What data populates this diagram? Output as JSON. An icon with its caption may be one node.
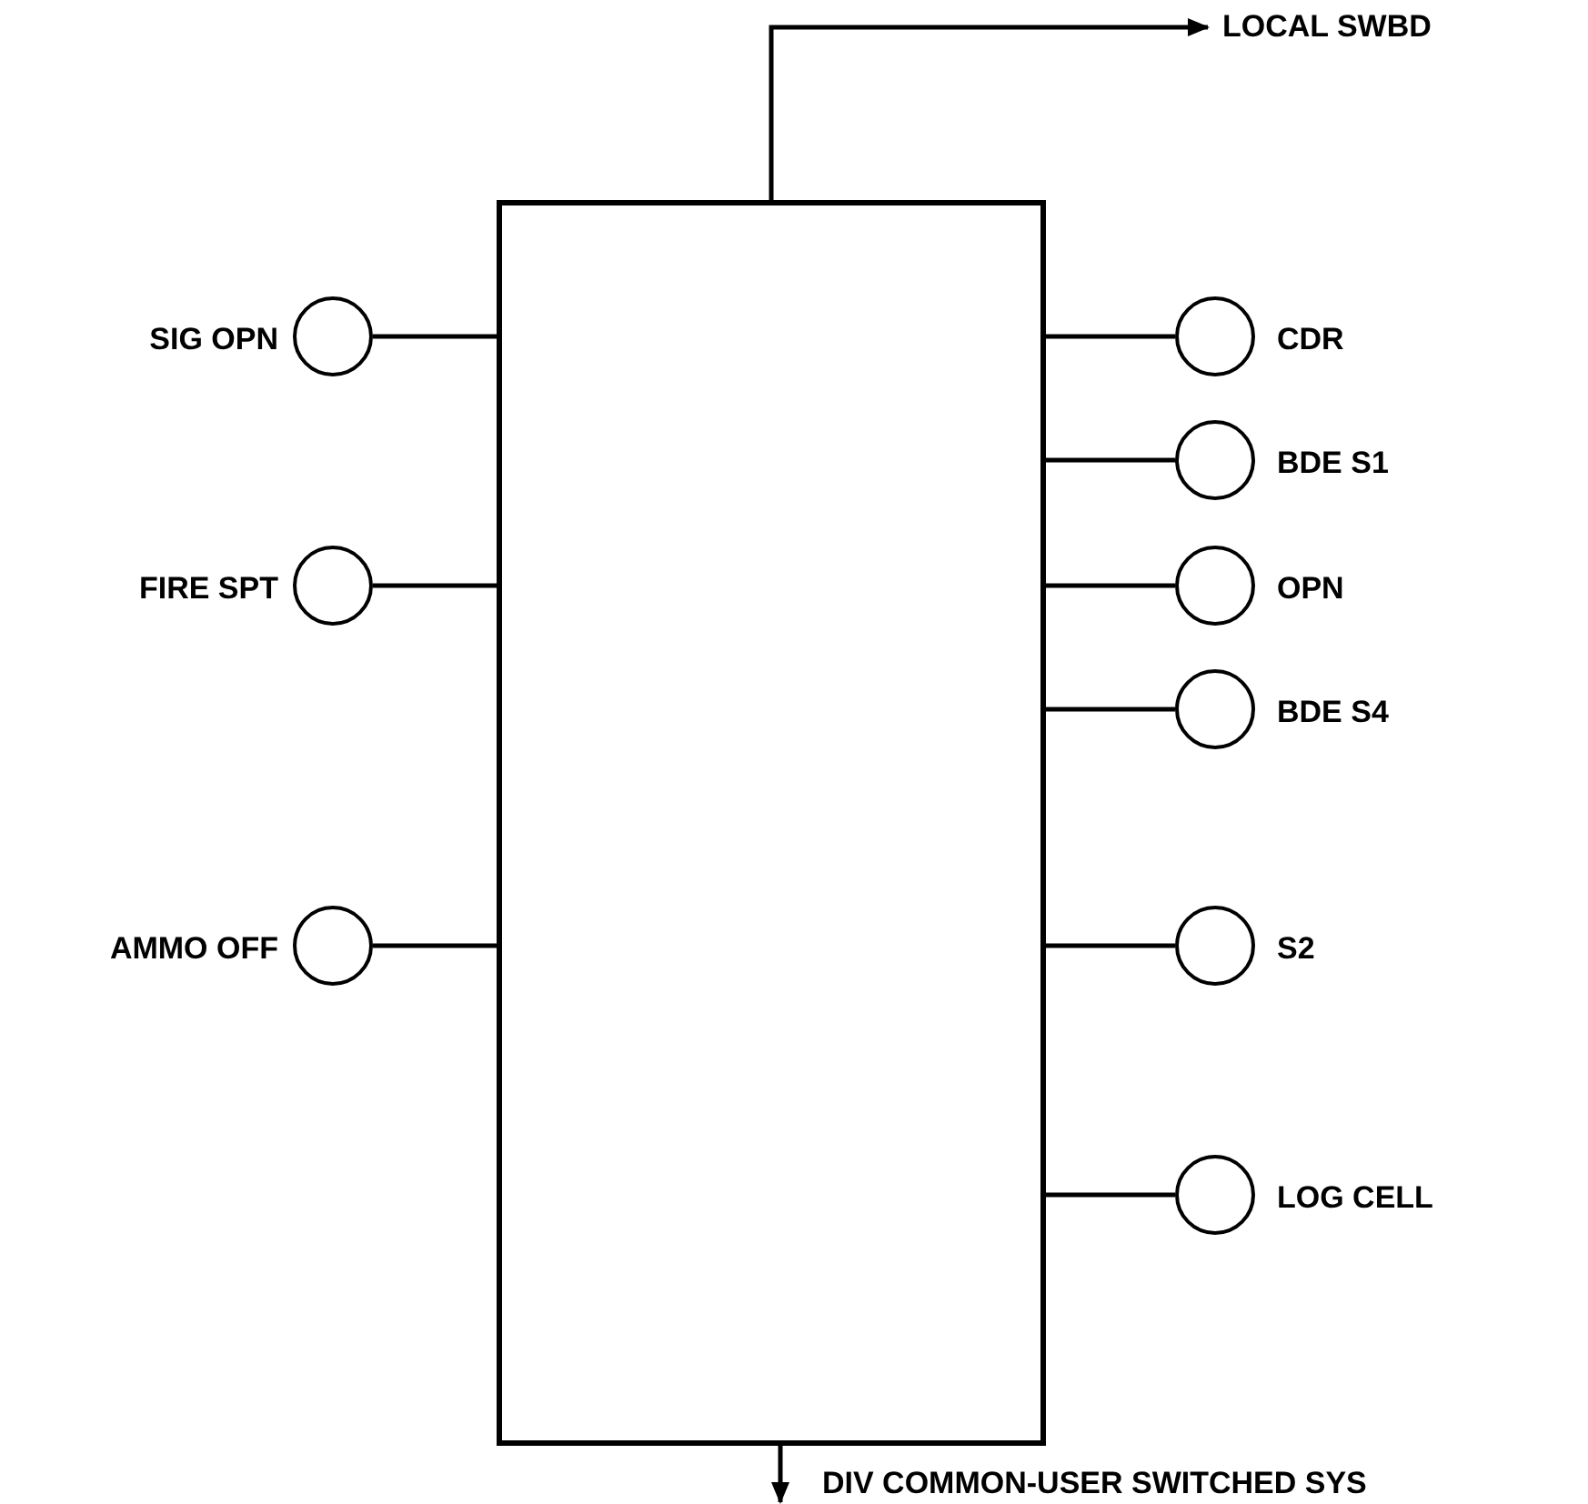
{
  "diagram": {
    "nodes": [
      {
        "text": [
          "LOCAL SWBD"
        ]
      },
      {
        "text": [],
        "shape": "box"
      },
      {
        "text": [
          "SIG OPN"
        ]
      },
      {
        "text": [
          "FIRE SPT"
        ]
      },
      {
        "text": [
          "AMMO OFF"
        ]
      },
      {
        "text": [
          "CDR"
        ]
      },
      {
        "text": [
          "BDE S1"
        ]
      },
      {
        "text": [
          "OPN"
        ]
      },
      {
        "text": [
          "BDE S4"
        ]
      },
      {
        "text": [
          "S2"
        ]
      },
      {
        "text": [
          "LOG CELL"
        ]
      },
      {
        "text": [
          "DIV COMMON-USER SWITCHED SYS"
        ]
      }
    ],
    "edges": [
      {
        "from": 1,
        "to": 0,
        "arrow": "to"
      },
      {
        "from": 2,
        "to": 1,
        "arrow": "none"
      },
      {
        "from": 3,
        "to": 1,
        "arrow": "none"
      },
      {
        "from": 4,
        "to": 1,
        "arrow": "none"
      },
      {
        "from": 1,
        "to": 5,
        "arrow": "none"
      },
      {
        "from": 1,
        "to": 6,
        "arrow": "none"
      },
      {
        "from": 1,
        "to": 7,
        "arrow": "none"
      },
      {
        "from": 1,
        "to": 8,
        "arrow": "none"
      },
      {
        "from": 1,
        "to": 9,
        "arrow": "none"
      },
      {
        "from": 1,
        "to": 10,
        "arrow": "none"
      },
      {
        "from": 1,
        "to": 11,
        "arrow": "to"
      }
    ]
  }
}
